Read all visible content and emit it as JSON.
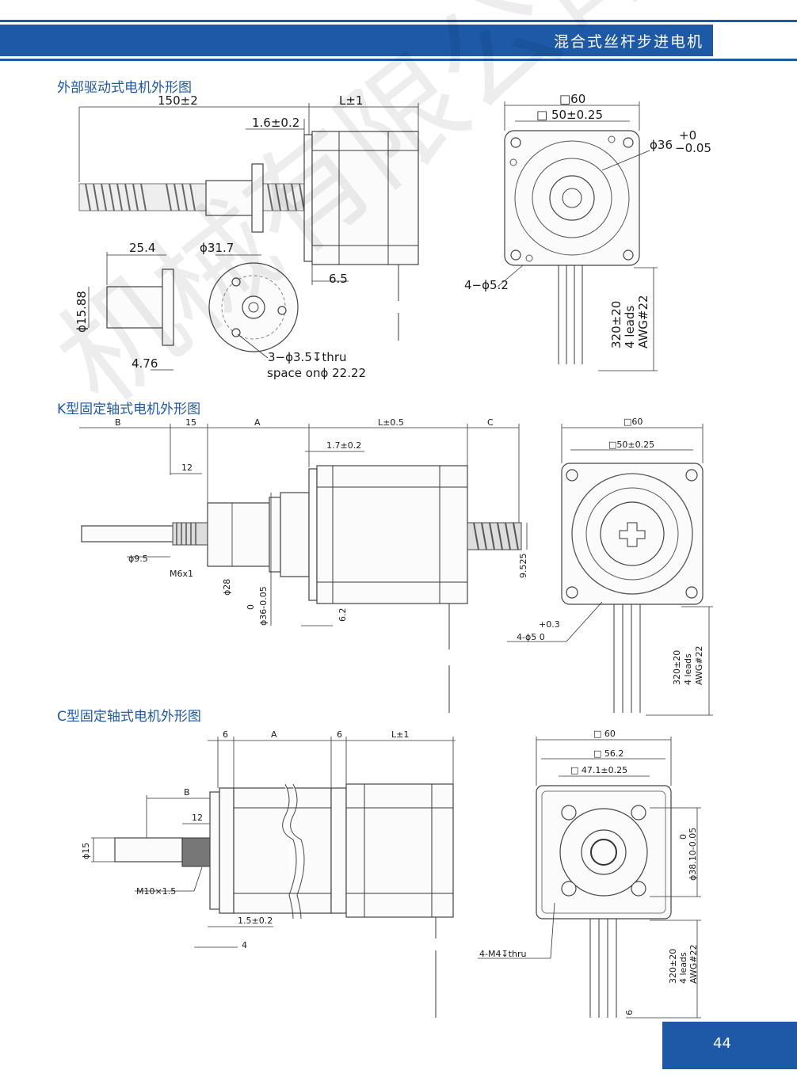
{
  "header": {
    "title": "混合式丝杆步进电机"
  },
  "sections": {
    "s1": "外部驱动式电机外形图",
    "s2": "K型固定轴式电机外形图",
    "s3": "C型固定轴式电机外形图"
  },
  "s1": {
    "d150": "150±2",
    "dL": "L±1",
    "d16": "1.6±0.2",
    "d254": "25.4",
    "d317": "ϕ31.7",
    "d65": "6.5",
    "d1588": "ϕ15.88",
    "d476": "4.76",
    "holes": "3−ϕ3.5↧thru",
    "space": "space  onϕ 22.22",
    "sq60": "□60",
    "sq50": "□ 50±0.25",
    "d36": "ϕ36",
    "d36p": "+0",
    "d36m": "−0.05",
    "d52": "4−ϕ5.2",
    "lead1": "320±20",
    "lead2": "4 leads",
    "lead3": "AWG#22"
  },
  "s2": {
    "B": "B",
    "d15": "15",
    "A": "A",
    "L": "L±0.5",
    "C": "C",
    "d17": "1.7±0.2",
    "d12": "12",
    "d95": "ϕ9.5",
    "m6": "M6x1",
    "d28": "ϕ28",
    "d36a": "0",
    "d36b": "ϕ36-0.05",
    "d62": "6.2",
    "d9525": "9.525",
    "sq60": "□60",
    "sq50": "□50±0.25",
    "h1": "+0.3",
    "h2": "4-ϕ5   0",
    "lead1": "320±20",
    "lead2": "4 leads",
    "lead3": "AWG#22"
  },
  "s3": {
    "d6a": "6",
    "A": "A",
    "d6b": "6",
    "L": "L±1",
    "B": "B",
    "d12": "12",
    "d15": "ϕ15",
    "m10": "M10×1.5",
    "d15b": "1.5±0.2",
    "d4": "4",
    "sq60": "□ 60",
    "sq56": "□  56.2",
    "sq47": "□ 47.1±0.25",
    "d38a": "0",
    "d38b": "ϕ38.10-0.05",
    "m4": "4-M4↧thru",
    "lead1": "320±20",
    "lead2": "4 leads",
    "lead3": "AWG#22",
    "d6c": "6"
  },
  "watermark": "机械有限公司",
  "page_number": "44"
}
